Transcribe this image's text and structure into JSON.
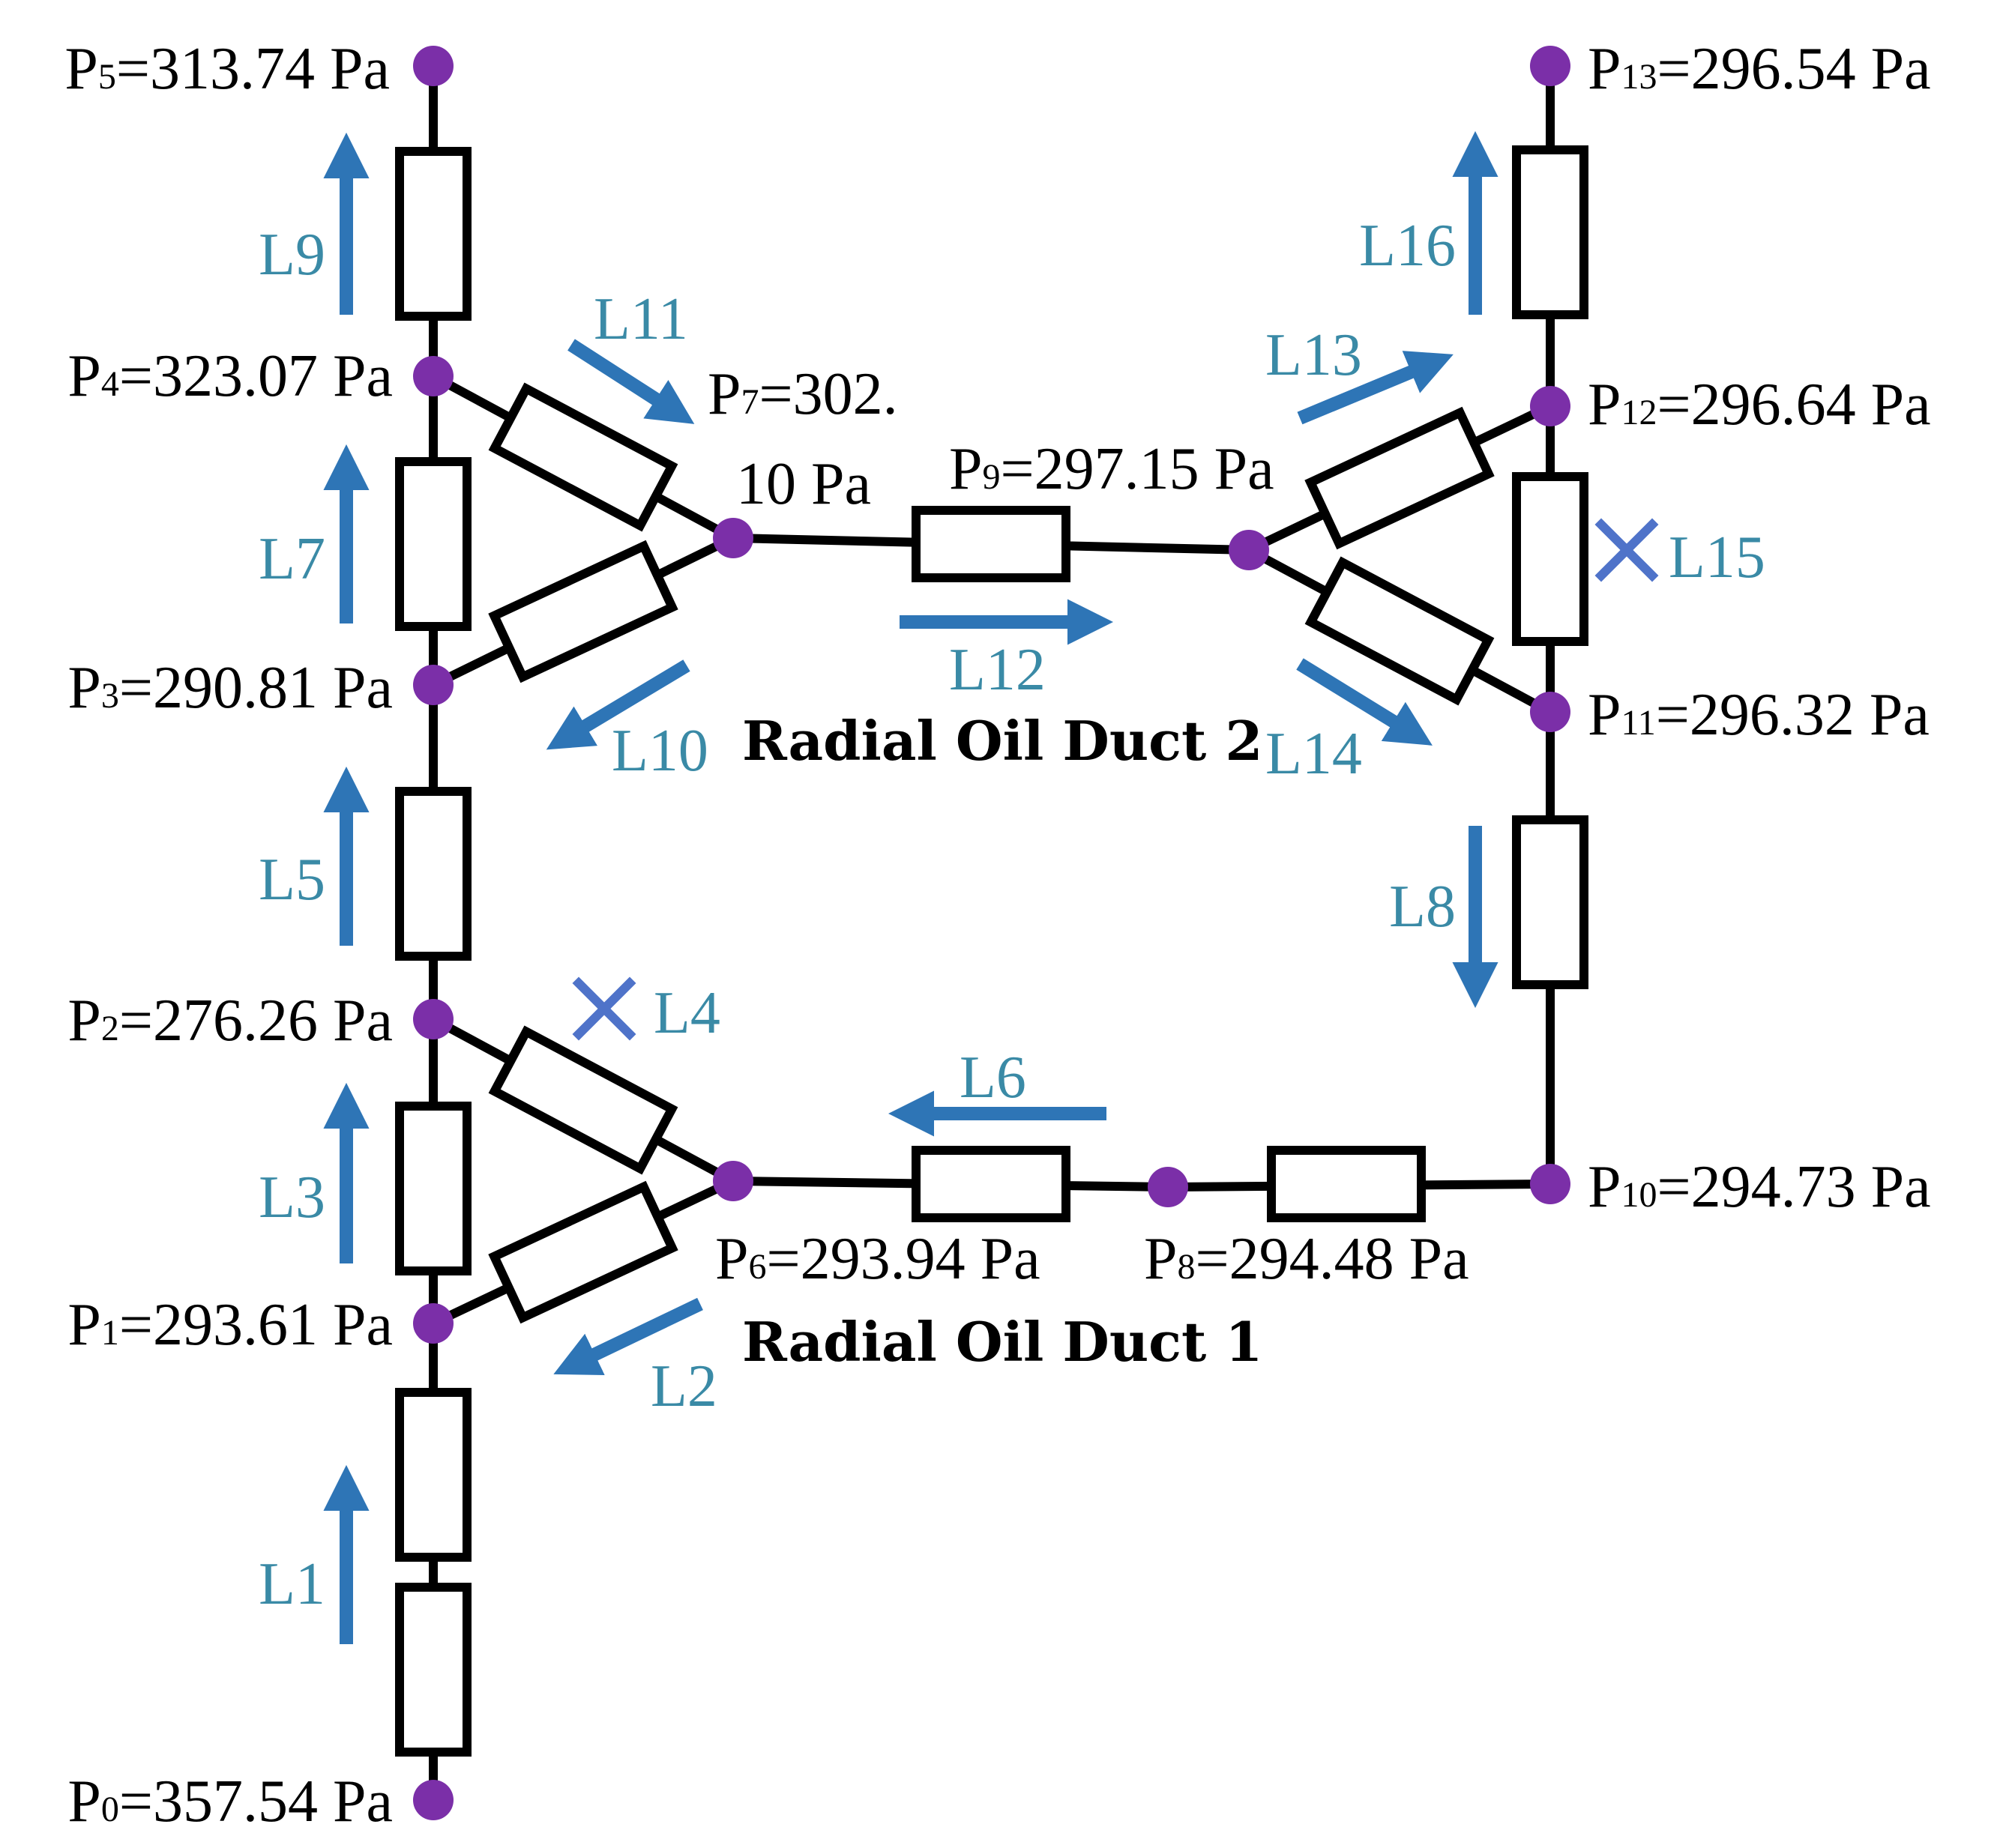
{
  "colors": {
    "wire": "#000000",
    "node": "#7b2fa8",
    "arrow": "#2e75b6",
    "flow_label": "#3a8aa6",
    "blocked_mark": "#4f73c9"
  },
  "nodes": [
    {
      "id": "P0",
      "sym": "P",
      "sub": "0",
      "value": "=357.54 Pa"
    },
    {
      "id": "P1",
      "sym": "P",
      "sub": "1",
      "value": "=293.61 Pa"
    },
    {
      "id": "P2",
      "sym": "P",
      "sub": "2",
      "value": "=276.26 Pa"
    },
    {
      "id": "P3",
      "sym": "P",
      "sub": "3",
      "value": "=290.81 Pa"
    },
    {
      "id": "P4",
      "sym": "P",
      "sub": "4",
      "value": "=323.07 Pa"
    },
    {
      "id": "P5",
      "sym": "P",
      "sub": "5",
      "value": "=313.74 Pa"
    },
    {
      "id": "P6",
      "sym": "P",
      "sub": "6",
      "value": "=293.94 Pa"
    },
    {
      "id": "P7",
      "sym": "P",
      "sub": "7",
      "value": "=302.",
      "value_line2": "10 Pa"
    },
    {
      "id": "P8",
      "sym": "P",
      "sub": "8",
      "value": "=294.48 Pa"
    },
    {
      "id": "P9",
      "sym": "P",
      "sub": "9",
      "value": "=297.15 Pa"
    },
    {
      "id": "P10",
      "sym": "P",
      "sub": "10",
      "value": "=294.73 Pa"
    },
    {
      "id": "P11",
      "sym": "P",
      "sub": "11",
      "value": "=296.32 Pa"
    },
    {
      "id": "P12",
      "sym": "P",
      "sub": "12",
      "value": "=296.64 Pa"
    },
    {
      "id": "P13",
      "sym": "P",
      "sub": "13",
      "value": "=296.54 Pa"
    }
  ],
  "flows": [
    {
      "id": "L1",
      "label": "L1",
      "blocked": false
    },
    {
      "id": "L2",
      "label": "L2",
      "blocked": false
    },
    {
      "id": "L3",
      "label": "L3",
      "blocked": false
    },
    {
      "id": "L4",
      "label": "L4",
      "blocked": true
    },
    {
      "id": "L5",
      "label": "L5",
      "blocked": false
    },
    {
      "id": "L6",
      "label": "L6",
      "blocked": false
    },
    {
      "id": "L7",
      "label": "L7",
      "blocked": false
    },
    {
      "id": "L8",
      "label": "L8",
      "blocked": false
    },
    {
      "id": "L9",
      "label": "L9",
      "blocked": false
    },
    {
      "id": "L10",
      "label": "L10",
      "blocked": false
    },
    {
      "id": "L11",
      "label": "L11",
      "blocked": false
    },
    {
      "id": "L12",
      "label": "L12",
      "blocked": false
    },
    {
      "id": "L13",
      "label": "L13",
      "blocked": false
    },
    {
      "id": "L14",
      "label": "L14",
      "blocked": false
    },
    {
      "id": "L15",
      "label": "L15",
      "blocked": true
    },
    {
      "id": "L16",
      "label": "L16",
      "blocked": false
    }
  ],
  "duct_labels": {
    "duct1": "Radial Oil Duct 1",
    "duct2": "Radial Oil Duct 2"
  }
}
